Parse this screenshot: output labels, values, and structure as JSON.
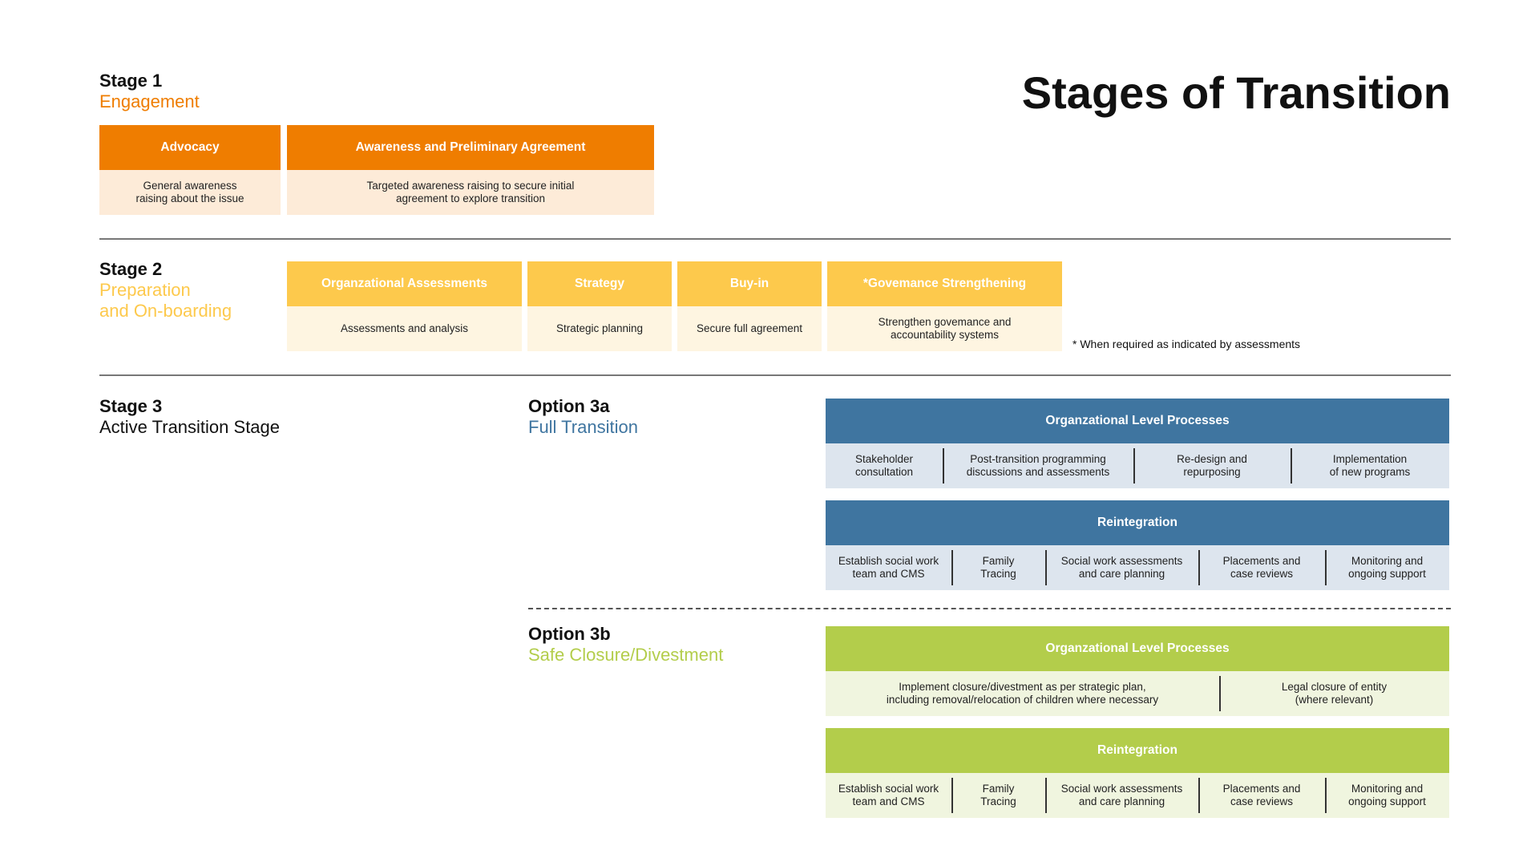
{
  "title": "Stages of Transition",
  "stage1": {
    "label": "Stage 1",
    "name": "Engagement",
    "boxes": [
      {
        "header": "Advocacy",
        "body": "General awareness\nraising about the issue"
      },
      {
        "header": "Awareness and Preliminary Agreement",
        "body": "Targeted awareness raising to secure initial\nagreement to explore transition"
      }
    ]
  },
  "stage2": {
    "label": "Stage 2",
    "name": "Preparation\nand On-boarding",
    "boxes": [
      {
        "header": "Organzational Assessments",
        "body": "Assessments and analysis"
      },
      {
        "header": "Strategy",
        "body": "Strategic planning"
      },
      {
        "header": "Buy-in",
        "body": "Secure full agreement"
      },
      {
        "header": "*Govemance Strengthening",
        "body": "Strengthen govemance and\naccountability systems"
      }
    ],
    "note": "* When required as indicated by assessments"
  },
  "stage3": {
    "label": "Stage 3",
    "name": "Active Transition Stage",
    "option3a": {
      "label": "Option 3a",
      "name": "Full Transition",
      "org": {
        "header": "Organzational Level Processes",
        "cells": [
          "Stakeholder\nconsultation",
          "Post-transition programming\ndiscussions and assessments",
          "Re-design and\nrepurposing",
          "Implementation\nof new programs"
        ]
      },
      "reintegration": {
        "header": "Reintegration",
        "cells": [
          "Establish social work\nteam and CMS",
          "Family\nTracing",
          "Social work assessments\nand care planning",
          "Placements and\ncase reviews",
          "Monitoring and\nongoing support"
        ]
      }
    },
    "option3b": {
      "label": "Option 3b",
      "name": "Safe Closure/Divestment",
      "org": {
        "header": "Organzational Level Processes",
        "cells": [
          "Implement closure/divestment as per strategic plan,\nincluding removal/relocation of children where necessary",
          "Legal closure of entity\n(where relevant)"
        ]
      },
      "reintegration": {
        "header": "Reintegration",
        "cells": [
          "Establish social work\nteam and CMS",
          "Family\nTracing",
          "Social work assessments\nand care planning",
          "Placements and\ncase reviews",
          "Monitoring and\nongoing support"
        ]
      }
    }
  }
}
